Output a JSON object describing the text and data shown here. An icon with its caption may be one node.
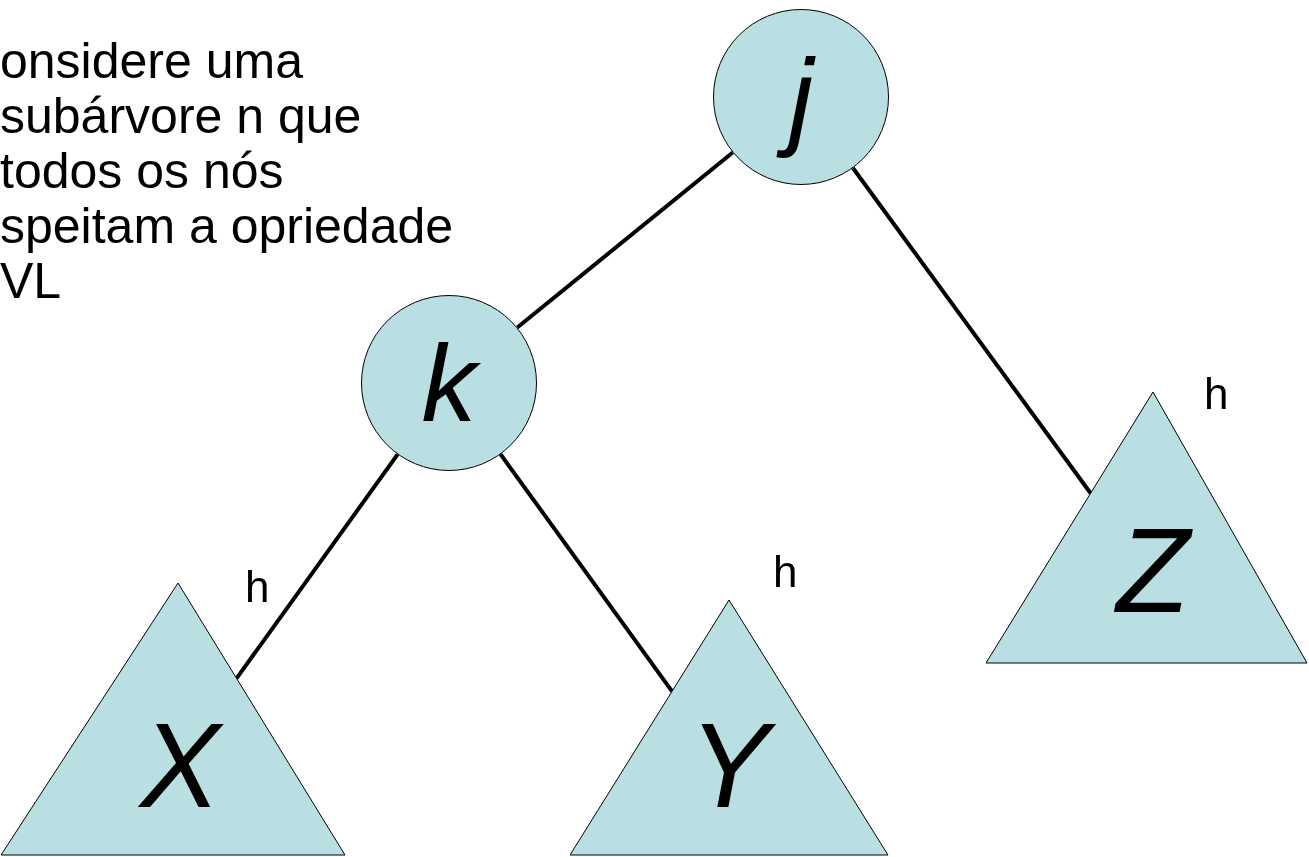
{
  "diagram": {
    "nodes": [
      {
        "text": [
          "j"
        ]
      },
      {
        "text": [
          "k"
        ]
      },
      {
        "text": [
          "X"
        ],
        "beside": [
          "h"
        ]
      },
      {
        "text": [
          "Y"
        ],
        "beside": [
          "h"
        ]
      },
      {
        "text": [
          "Z"
        ],
        "beside": [
          "h"
        ]
      }
    ],
    "edges": [
      {
        "from": 0,
        "to": 1,
        "arrow": "none"
      },
      {
        "from": 0,
        "to": 4,
        "arrow": "none"
      },
      {
        "from": 1,
        "to": 2,
        "arrow": "none"
      },
      {
        "from": 1,
        "to": 3,
        "arrow": "none"
      }
    ],
    "labels": [
      "onsidere uma subárvore n que todos os nós speitam a opriedade VL"
    ]
  }
}
